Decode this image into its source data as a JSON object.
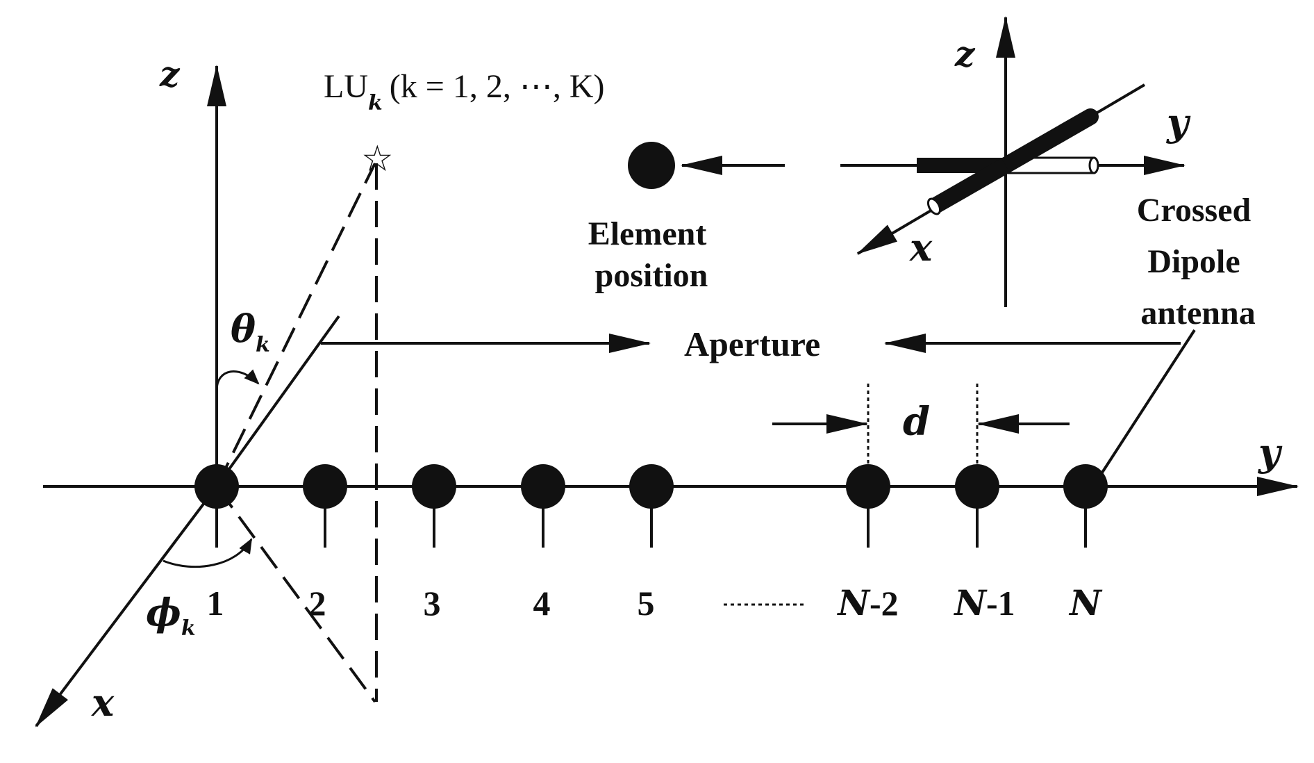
{
  "axes": {
    "main_z": "z",
    "main_y": "y",
    "main_x": "x",
    "inset_z": "z",
    "inset_y": "y",
    "inset_x": "x"
  },
  "user_label": {
    "base": "LU",
    "subscript": "k",
    "range": "(k = 1, 2, ⋯, K)"
  },
  "angles": {
    "theta": "θ",
    "theta_sub": "k",
    "phi": "ϕ",
    "phi_sub": "k"
  },
  "labels": {
    "element_position_line1": "Element",
    "element_position_line2": "position",
    "aperture": "Aperture",
    "crossed_line1": "Crossed",
    "crossed_line2": "Dipole",
    "crossed_line3": "antenna",
    "spacing": "d",
    "ellipsis": "--------"
  },
  "elements": [
    {
      "prefix": "",
      "num": "1"
    },
    {
      "prefix": "",
      "num": "2"
    },
    {
      "prefix": "",
      "num": "3"
    },
    {
      "prefix": "",
      "num": "4"
    },
    {
      "prefix": "",
      "num": "5"
    },
    {
      "prefix": "N",
      "num": "-2"
    },
    {
      "prefix": "N",
      "num": "-1"
    },
    {
      "prefix": "N",
      "num": ""
    }
  ]
}
